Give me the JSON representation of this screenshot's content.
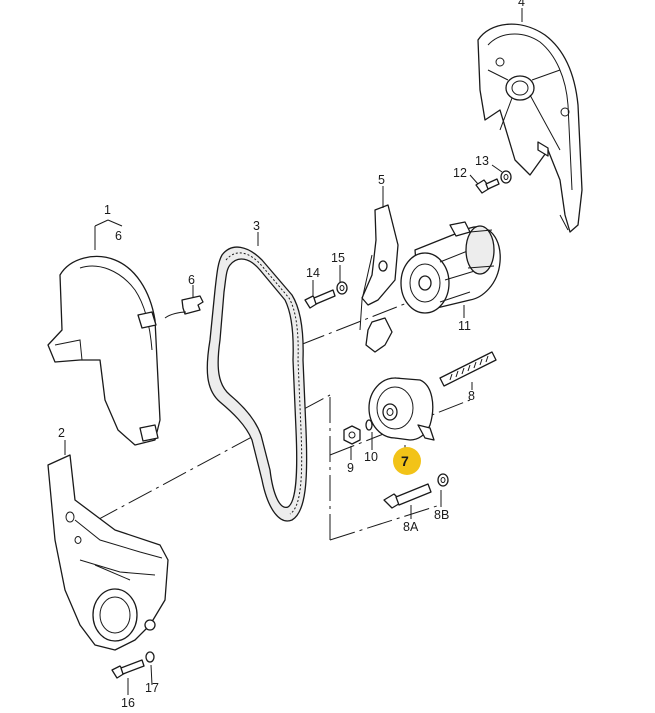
{
  "diagram": {
    "highlight_color": "#f2c318",
    "callouts": [
      {
        "id": "c1",
        "label": "1"
      },
      {
        "id": "c2",
        "label": "2"
      },
      {
        "id": "c3",
        "label": "3"
      },
      {
        "id": "c4",
        "label": "4"
      },
      {
        "id": "c5",
        "label": "5"
      },
      {
        "id": "c6a",
        "label": "6"
      },
      {
        "id": "c6b",
        "label": "6"
      },
      {
        "id": "c7",
        "label": "7",
        "highlighted": true
      },
      {
        "id": "c8",
        "label": "8"
      },
      {
        "id": "c8a",
        "label": "8A"
      },
      {
        "id": "c8b",
        "label": "8B"
      },
      {
        "id": "c9",
        "label": "9"
      },
      {
        "id": "c10",
        "label": "10"
      },
      {
        "id": "c11",
        "label": "11"
      },
      {
        "id": "c12",
        "label": "12"
      },
      {
        "id": "c13",
        "label": "13"
      },
      {
        "id": "c14",
        "label": "14"
      },
      {
        "id": "c15",
        "label": "15"
      },
      {
        "id": "c16",
        "label": "16"
      },
      {
        "id": "c17",
        "label": "17"
      }
    ]
  }
}
